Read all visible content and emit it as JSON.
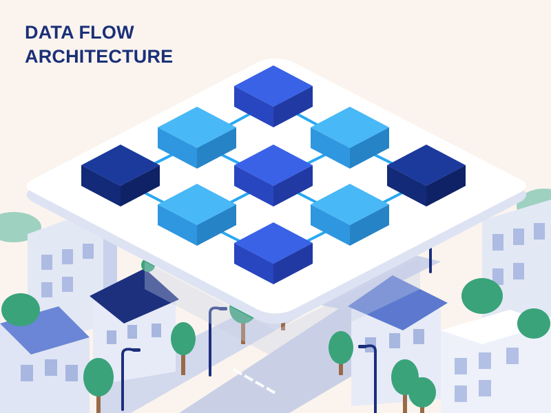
{
  "title": {
    "line1": "DATA FLOW",
    "line2": "ARCHITECTURE"
  },
  "colors": {
    "background": "#fbf4ee",
    "title": "#1a2f78",
    "platform": "#ffffff",
    "node_dark": "#152f86",
    "node_medium": "#2f52d6",
    "node_light": "#38a7ef",
    "connector": "#2aa8f2",
    "building": "#d9e1f3",
    "roof": "#5a78cf",
    "roof_dark": "#1c2f7c",
    "tree": "#3aa37a",
    "trunk": "#9a6a47",
    "road": "#c7cee4"
  },
  "diagram": {
    "nodes": [
      {
        "id": "n-top",
        "shade": "medium"
      },
      {
        "id": "n-upper-left",
        "shade": "light"
      },
      {
        "id": "n-upper-right",
        "shade": "light"
      },
      {
        "id": "n-left",
        "shade": "dark"
      },
      {
        "id": "n-center",
        "shade": "medium"
      },
      {
        "id": "n-right",
        "shade": "dark"
      },
      {
        "id": "n-lower-left",
        "shade": "light"
      },
      {
        "id": "n-lower-right",
        "shade": "light"
      },
      {
        "id": "n-bottom",
        "shade": "medium"
      }
    ],
    "edges": [
      [
        "n-top",
        "n-upper-left"
      ],
      [
        "n-top",
        "n-upper-right"
      ],
      [
        "n-upper-left",
        "n-left"
      ],
      [
        "n-upper-left",
        "n-center"
      ],
      [
        "n-upper-right",
        "n-center"
      ],
      [
        "n-upper-right",
        "n-right"
      ],
      [
        "n-left",
        "n-lower-left"
      ],
      [
        "n-center",
        "n-lower-left"
      ],
      [
        "n-center",
        "n-lower-right"
      ],
      [
        "n-right",
        "n-lower-right"
      ],
      [
        "n-lower-left",
        "n-bottom"
      ],
      [
        "n-lower-right",
        "n-bottom"
      ]
    ]
  }
}
